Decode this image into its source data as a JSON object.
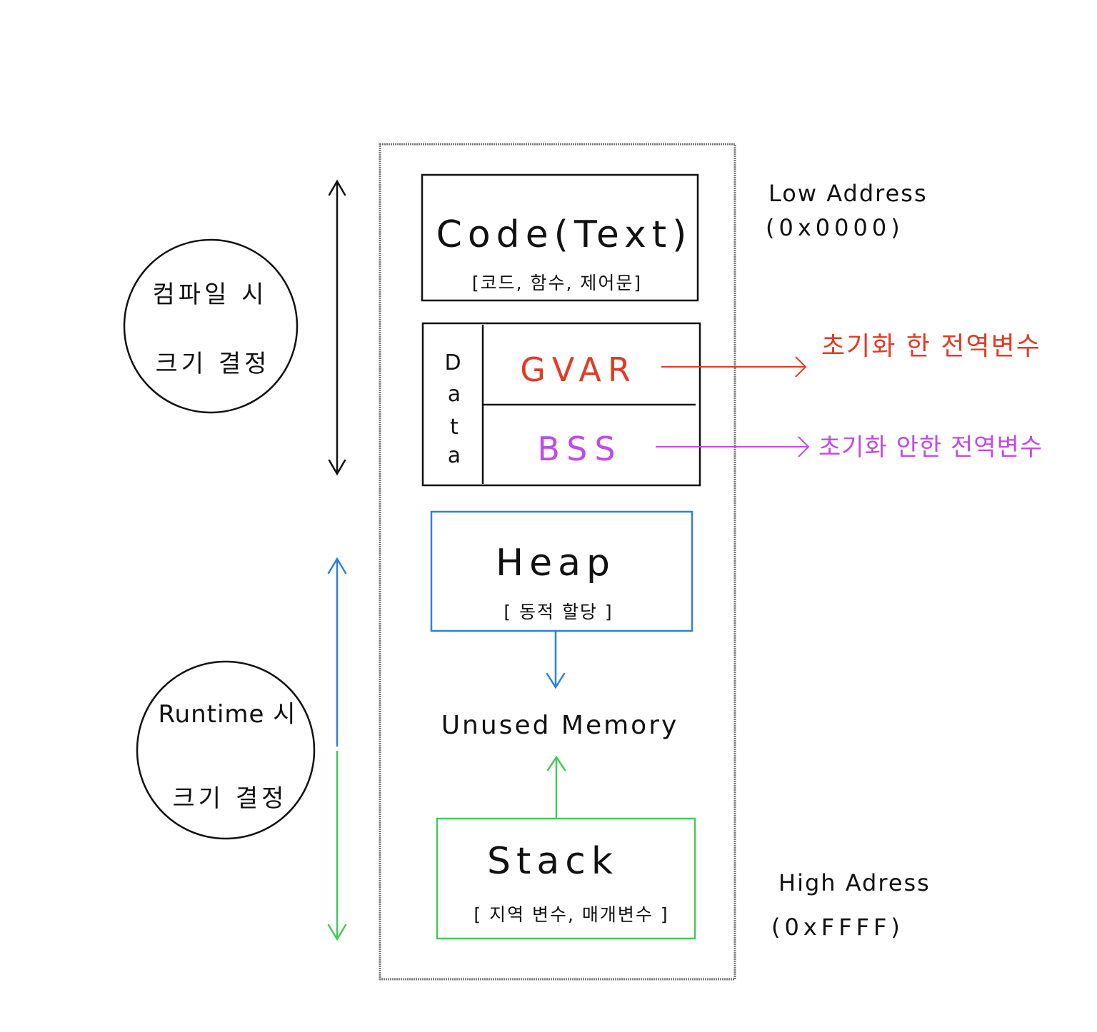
{
  "colors": {
    "ink": "#111111",
    "frame": "#777777",
    "gvar": "#e23b25",
    "bss": "#c34ae6",
    "heap": "#2f7fe0",
    "stack": "#47c95a"
  },
  "segments": {
    "code": {
      "title": "Code(Text)",
      "subtitle": "[코드, 함수, 제어문]"
    },
    "data": {
      "label": "Data",
      "letters": [
        "D",
        "a",
        "t",
        "a"
      ],
      "gvar": "GVAR",
      "bss": "BSS"
    },
    "heap": {
      "title": "Heap",
      "subtitle": "[ 동적 할당 ]"
    },
    "unused": {
      "label": "Unused Memory"
    },
    "stack": {
      "title": "Stack",
      "subtitle": "[ 지역 변수, 매개변수 ]"
    }
  },
  "addresses": {
    "low": {
      "label": "Low Address",
      "value": "(0x0000)"
    },
    "high": {
      "label": "High Adress",
      "value": "(0xFFFF)"
    }
  },
  "annotations": {
    "gvar_desc": "초기화 한 전역변수",
    "bss_desc": "초기화 안한 전역변수"
  },
  "circles": {
    "compile": {
      "line1": "컴파일 시",
      "line2": "크기 결정"
    },
    "runtime": {
      "line1": "Runtime 시",
      "line2": "크기 결정"
    }
  }
}
